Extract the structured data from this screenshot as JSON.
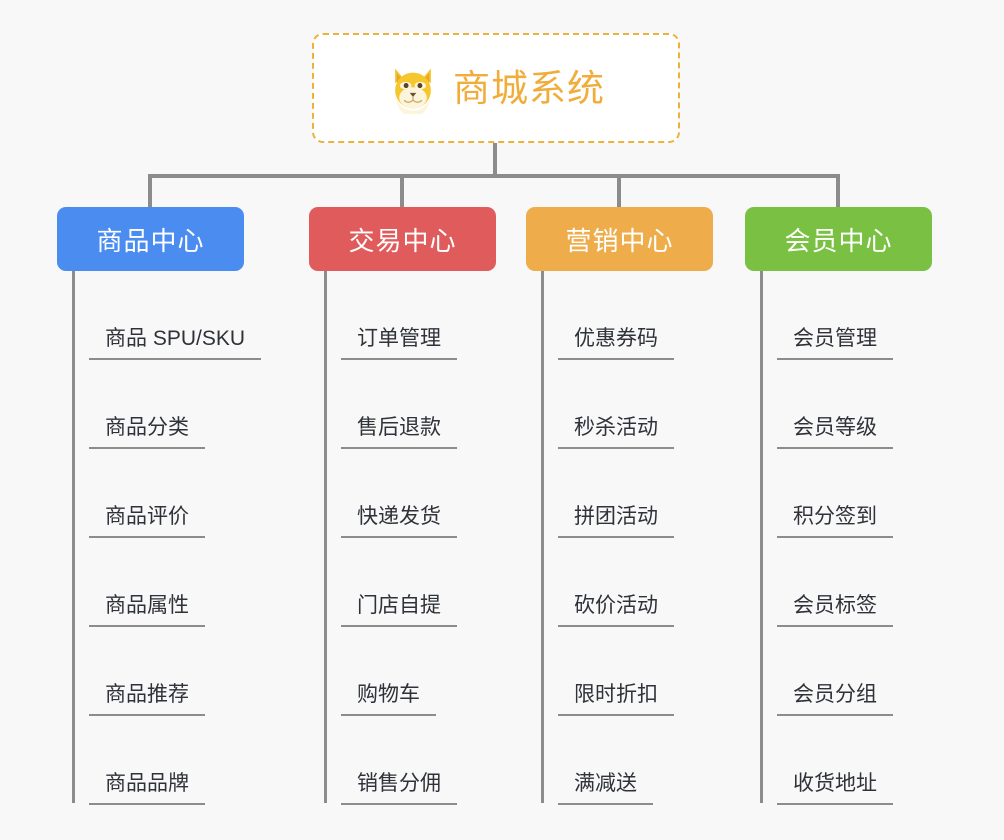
{
  "background_color": "#f8f8f8",
  "root": {
    "title": "商城系统",
    "icon": "shiba-dog-icon",
    "text_color": "#f0ad3c",
    "border_color": "#edb23a"
  },
  "connector_color": "#8c8c8c",
  "branches": [
    {
      "title": "商品中心",
      "color": "#4a8cf0",
      "items": [
        "商品 SPU/SKU",
        "商品分类",
        "商品评价",
        "商品属性",
        "商品推荐",
        "商品品牌"
      ]
    },
    {
      "title": "交易中心",
      "color": "#e05c5c",
      "items": [
        "订单管理",
        "售后退款",
        "快递发货",
        "门店自提",
        "购物车",
        "销售分佣"
      ]
    },
    {
      "title": "营销中心",
      "color": "#eead4a",
      "items": [
        "优惠券码",
        "秒杀活动",
        "拼团活动",
        "砍价活动",
        "限时折扣",
        "满减送"
      ]
    },
    {
      "title": "会员中心",
      "color": "#7ac143",
      "items": [
        "会员管理",
        "会员等级",
        "积分签到",
        "会员标签",
        "会员分组",
        "收货地址"
      ]
    }
  ]
}
